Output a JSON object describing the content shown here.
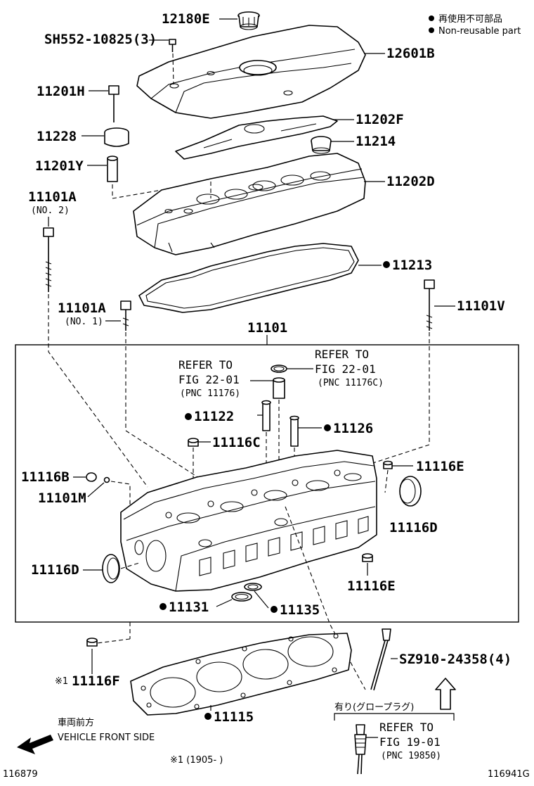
{
  "legend": {
    "line_jp": "再使用不可部品",
    "line_en": "Non-reusable part"
  },
  "labels": {
    "p12180E": "12180E",
    "pSH552": "SH552-10825(3)",
    "p12601B": "12601B",
    "p11201H": "11201H",
    "p11228": "11228",
    "p11202F": "11202F",
    "p11214": "11214",
    "p11201Y": "11201Y",
    "p11202D": "11202D",
    "p11101A_2": "11101A",
    "p11101A_2_sub": "(NO. 2)",
    "p11213": "11213",
    "p11101A_1": "11101A",
    "p11101A_1_sub": "(NO. 1)",
    "p11101V": "11101V",
    "p11101": "11101",
    "p11122": "11122",
    "p11126": "11126",
    "p11116C": "11116C",
    "p11116B": "11116B",
    "p11101M": "11101M",
    "p11116E_top": "11116E",
    "p11116D_right": "11116D",
    "p11116D_left": "11116D",
    "p11116E_bottom": "11116E",
    "p11131": "11131",
    "p11135": "11135",
    "p11116F": "11116F",
    "p11116F_prefix": "※1",
    "pSZ910": "SZ910-24358(4)",
    "p11115": "11115"
  },
  "refs": {
    "ref1_l1": "REFER TO",
    "ref1_l2": "FIG 22-01",
    "ref1_l3": "(PNC 11176)",
    "ref2_l1": "REFER TO",
    "ref2_l2": "FIG 22-01",
    "ref2_l3": "(PNC 11176C)",
    "ref3_l1": "REFER TO",
    "ref3_l2": "FIG 19-01",
    "ref3_l3": "(PNC 19850)"
  },
  "notes": {
    "glow_plug": "有り(グロープラグ)",
    "front_jp": "車両前方",
    "front_en": "VEHICLE FRONT SIDE",
    "footnote": "※1 (1905-    )",
    "code_left": "116879",
    "code_right": "116941G"
  }
}
